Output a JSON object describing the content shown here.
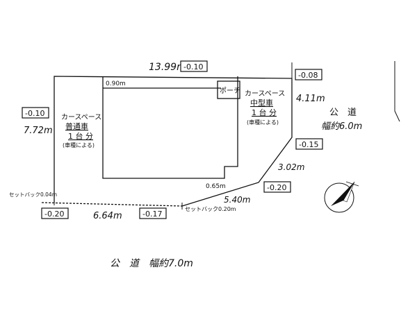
{
  "dimensions": {
    "top": "13.99m",
    "left": "7.72m",
    "right": "4.11m",
    "diagonal": "3.02m",
    "bottom_right": "5.40m",
    "bottom_left": "6.64m",
    "house_top": "0.90m",
    "house_bottom": "0.65m"
  },
  "levels": {
    "top": "-0.10",
    "top_right": "-0.08",
    "left": "-0.10",
    "right_mid": "-0.15",
    "bottom_mid_right": "-0.20",
    "bottom_left": "-0.20",
    "bottom_mid": "-0.17"
  },
  "labels": {
    "porch": "ポーチ",
    "parking_left_line1": "カースペース",
    "parking_left_line2": "普通車",
    "parking_left_line3": "1 台 分",
    "parking_left_line4": "(車種による)",
    "parking_right_line1": "カースペース",
    "parking_right_line2": "中型車",
    "parking_right_line3": "1 台 分",
    "parking_right_line4": "(車種による)",
    "setback_left": "セットバック0.04m",
    "setback_bottom": "セットバック0.20m",
    "road_east_line1": "公　道",
    "road_east_line2": "幅約6.0m",
    "road_south": "公　道　幅約7.0m"
  },
  "icons": {
    "north_arrow": "north-arrow-icon"
  }
}
